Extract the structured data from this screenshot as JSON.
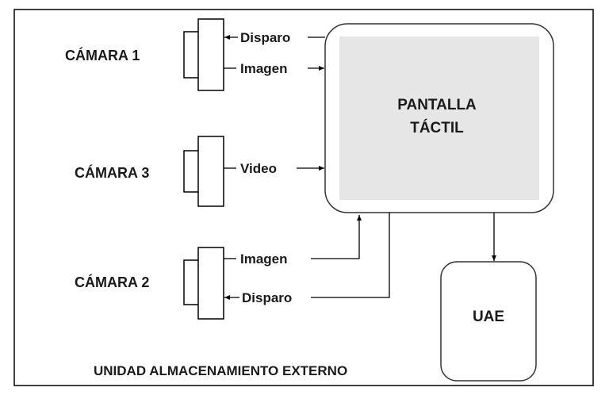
{
  "cameras": {
    "cam1": {
      "name": "CÁMARA 1",
      "signal_in": "Disparo",
      "signal_out": "Imagen"
    },
    "cam3": {
      "name": "CÁMARA 3",
      "signal_out": "Video"
    },
    "cam2": {
      "name": "CÁMARA 2",
      "signal_out": "Imagen",
      "signal_in": "Disparo"
    }
  },
  "screen": {
    "line1": "PANTALLA",
    "line2": "TÁCTIL"
  },
  "storage": {
    "label": "UAE",
    "caption": "UNIDAD ALMACENAMIENTO EXTERNO"
  },
  "colors": {
    "line": "#000000",
    "screen_fill": "#e6e6e6",
    "box_stroke": "#333333",
    "text": "#1a1a1a"
  }
}
